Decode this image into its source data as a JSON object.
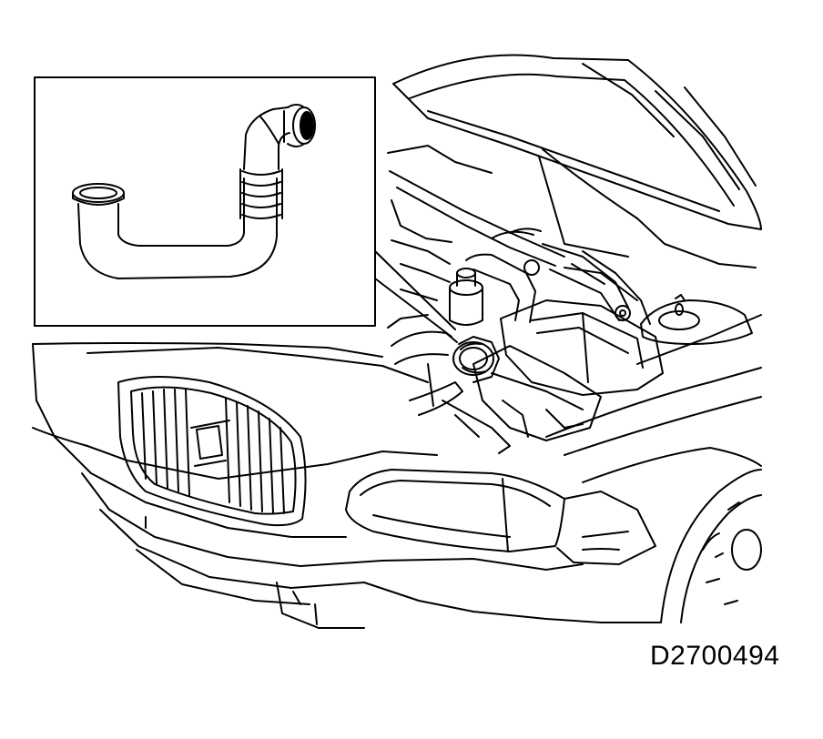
{
  "figure": {
    "code": "D2700494",
    "line_color": "#000000",
    "background": "#ffffff",
    "parts": {
      "inset": "air-intake-hose-detail",
      "vehicle": "car-front-open-hood"
    }
  }
}
